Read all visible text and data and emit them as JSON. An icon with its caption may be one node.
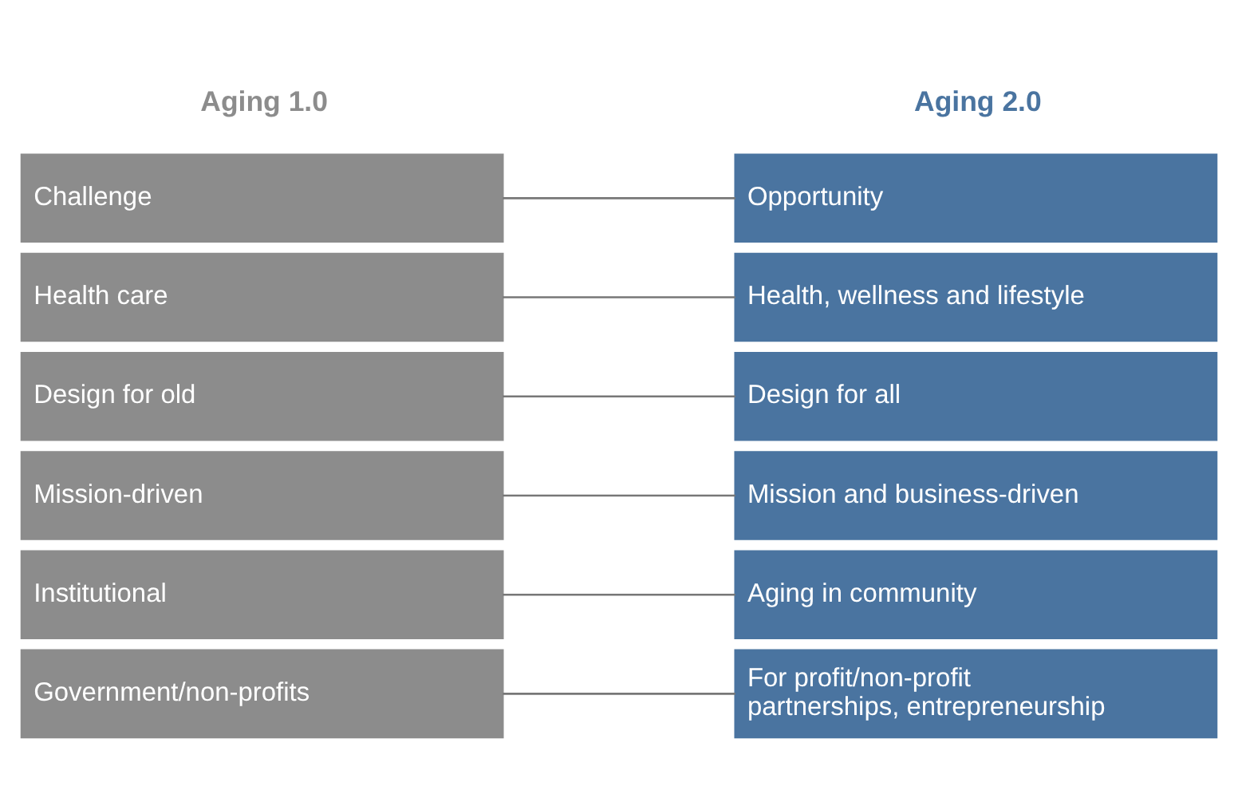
{
  "diagram": {
    "nodes": [
      {
        "text": [
          "Challenge"
        ]
      },
      {
        "text": [
          "Health care"
        ]
      },
      {
        "text": [
          "Design for old"
        ]
      },
      {
        "text": [
          "Mission-driven"
        ]
      },
      {
        "text": [
          "Institutional"
        ]
      },
      {
        "text": [
          "Government/non-profits"
        ]
      },
      {
        "text": [
          "Opportunity"
        ]
      },
      {
        "text": [
          "Health, wellness and lifestyle"
        ]
      },
      {
        "text": [
          "Design for all"
        ]
      },
      {
        "text": [
          "Mission and business-driven"
        ]
      },
      {
        "text": [
          "Aging in community"
        ]
      },
      {
        "text": [
          "For profit/non-profit partnerships, entrepreneurship"
        ]
      }
    ],
    "edges": [
      {
        "from": 0,
        "to": 6,
        "arrow": "none"
      },
      {
        "from": 1,
        "to": 7,
        "arrow": "none"
      },
      {
        "from": 2,
        "to": 8,
        "arrow": "none"
      },
      {
        "from": 3,
        "to": 9,
        "arrow": "none"
      },
      {
        "from": 4,
        "to": 10,
        "arrow": "none"
      },
      {
        "from": 5,
        "to": 11,
        "arrow": "none"
      }
    ],
    "labels": [
      "Aging 2.0",
      "Aging 1.0"
    ]
  }
}
